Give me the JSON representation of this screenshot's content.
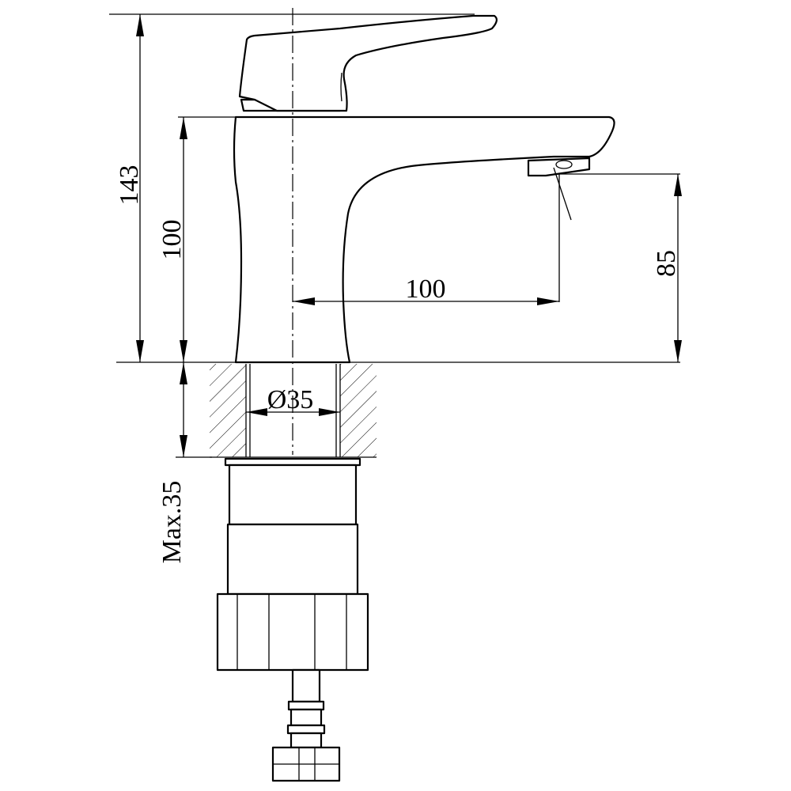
{
  "dimensions": {
    "total_height": "143",
    "body_height": "100",
    "spout_reach": "100",
    "spout_height": "85",
    "hole_diameter": "Ø35",
    "max_deck_thickness": "Max.35"
  }
}
